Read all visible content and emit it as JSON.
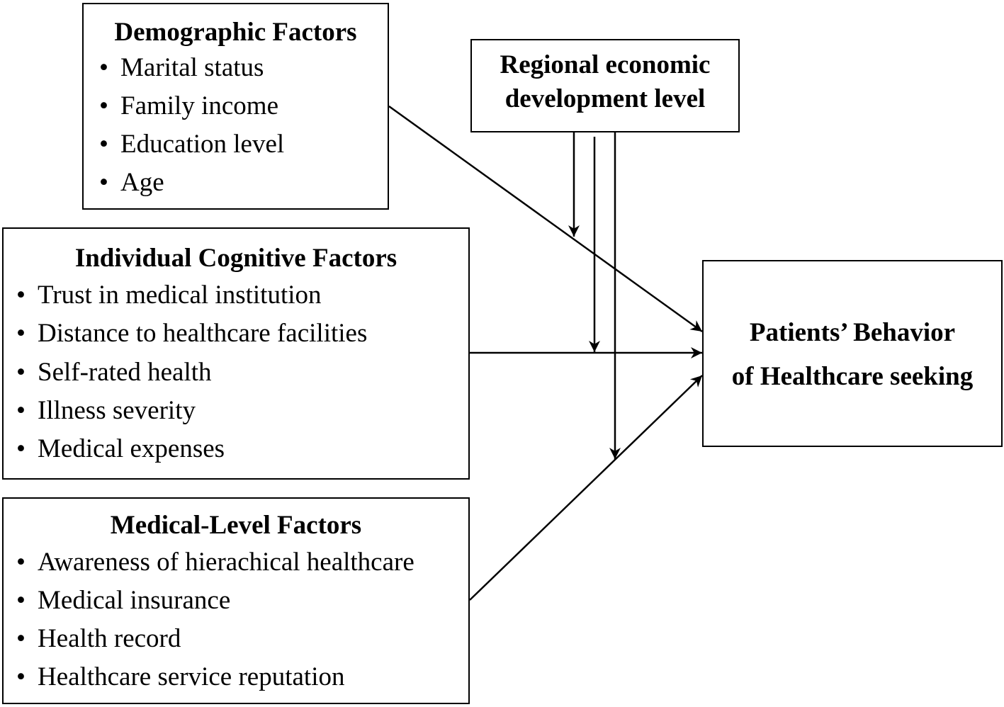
{
  "demographic": {
    "title": "Demographic Factors",
    "items": [
      "Marital status",
      "Family income",
      "Education level",
      "Age"
    ]
  },
  "regional": {
    "line1": "Regional economic",
    "line2": "development level"
  },
  "cognitive": {
    "title": "Individual Cognitive Factors",
    "items": [
      "Trust in medical institution",
      "Distance to healthcare facilities",
      "Self-rated health",
      "Illness severity",
      "Medical expenses"
    ]
  },
  "medical": {
    "title": "Medical-Level Factors",
    "items": [
      "Awareness of hierachical healthcare",
      "Medical insurance",
      "Health record",
      "Healthcare service reputation"
    ]
  },
  "outcome": {
    "line1": "Patients’ Behavior",
    "line2": "of Healthcare seeking"
  },
  "bullet": "•",
  "colors": {
    "line": "#000000",
    "background": "#ffffff"
  }
}
